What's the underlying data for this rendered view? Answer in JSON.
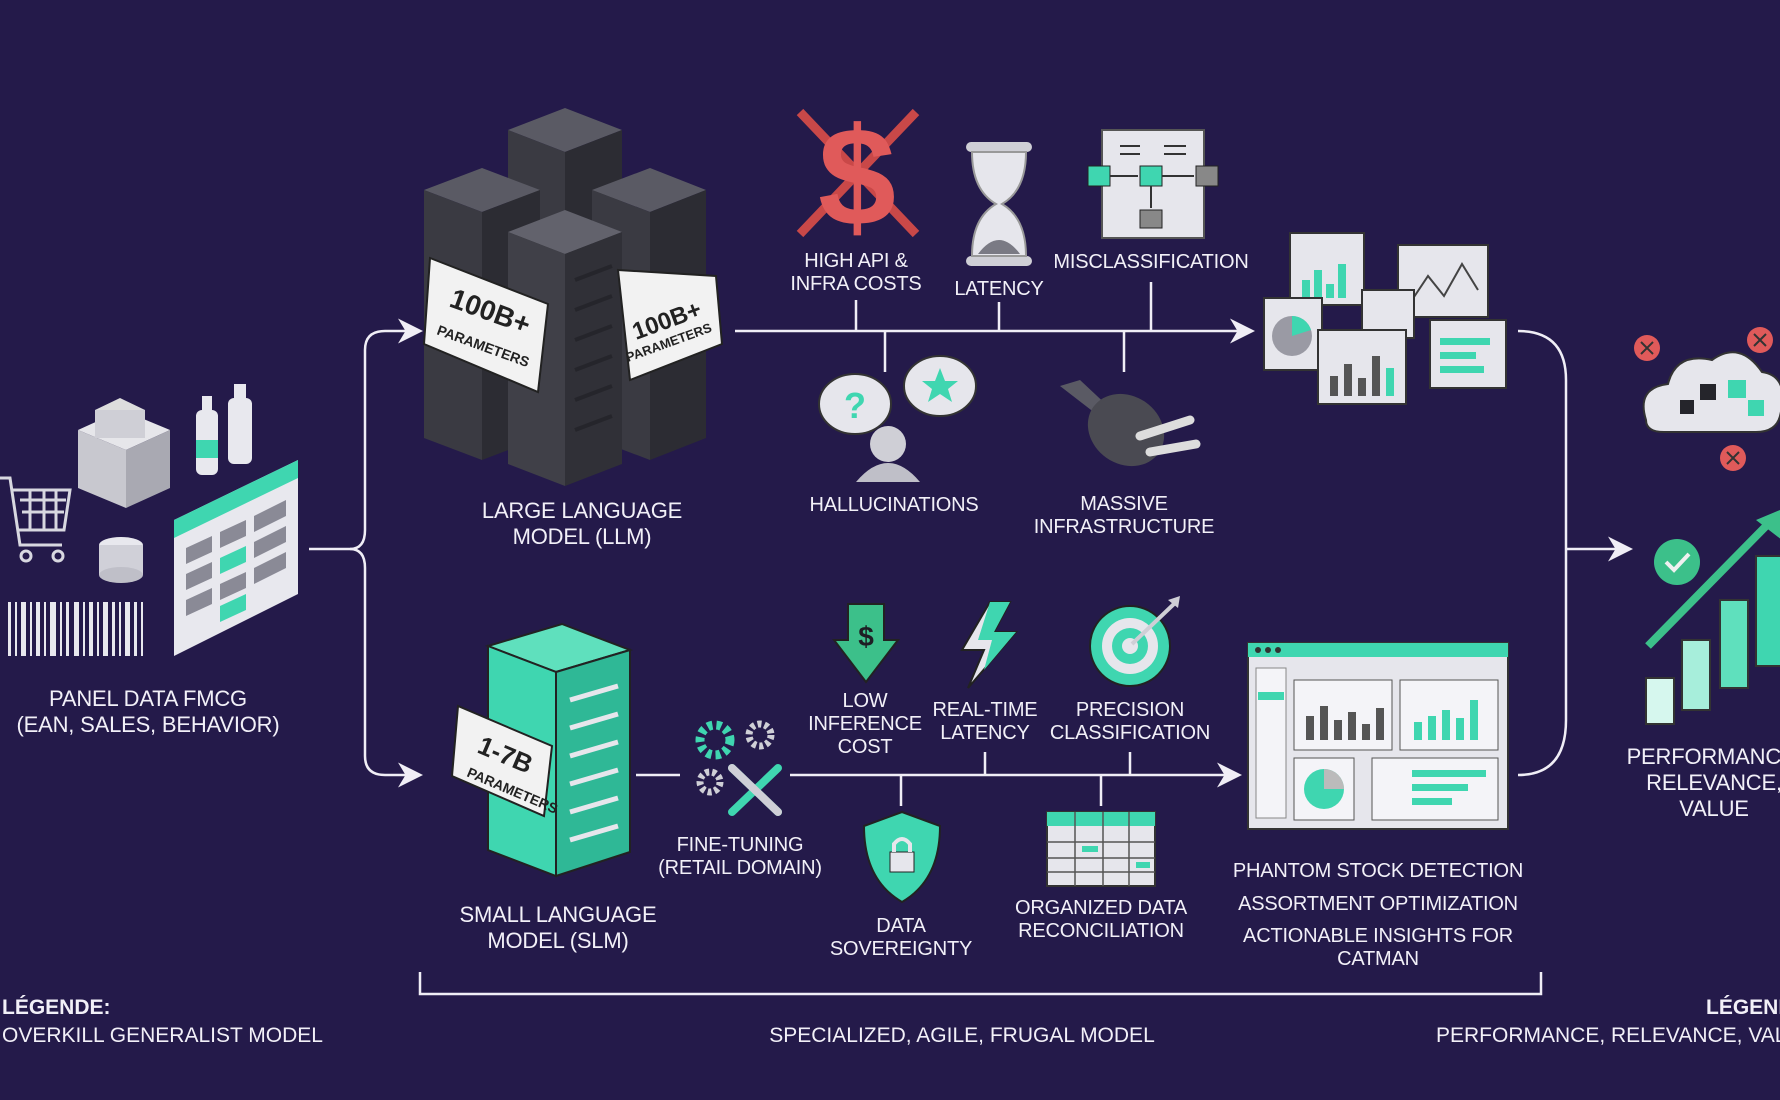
{
  "input": {
    "label_line1": "PANEL DATA FMCG",
    "label_line2": "(EAN, SALES, BEHAVIOR)"
  },
  "llm": {
    "label_line1": "LARGE LANGUAGE",
    "label_line2": "MODEL (LLM)",
    "tag_big": "100B+",
    "tag_small": "PARAMETERS",
    "issues": [
      {
        "l1": "HIGH API &",
        "l2": "INFRA COSTS"
      },
      {
        "l1": "LATENCY",
        "l2": ""
      },
      {
        "l1": "MISCLASSIFICATION",
        "l2": ""
      },
      {
        "l1": "HALLUCINATIONS",
        "l2": ""
      },
      {
        "l1": "MASSIVE",
        "l2": "INFRASTRUCTURE"
      }
    ]
  },
  "slm": {
    "label_line1": "SMALL LANGUAGE",
    "label_line2": "MODEL (SLM)",
    "tag_big": "1-7B",
    "tag_small": "PARAMETERS",
    "benefits": [
      {
        "l1": "LOW",
        "l2": "INFERENCE",
        "l3": "COST"
      },
      {
        "l1": "REAL-TIME",
        "l2": "LATENCY"
      },
      {
        "l1": "PRECISION",
        "l2": "CLASSIFICATION"
      },
      {
        "l1": "FINE-TUNING",
        "l2": "(RETAIL DOMAIN)"
      },
      {
        "l1": "DATA",
        "l2": "SOVEREIGNTY"
      },
      {
        "l1": "ORGANIZED DATA",
        "l2": "RECONCILIATION"
      }
    ],
    "outcomes": [
      "PHANTOM STOCK DETECTION",
      "ASSORTMENT OPTIMIZATION",
      "ACTIONABLE INSIGHTS FOR",
      "CATMAN"
    ]
  },
  "result": {
    "l1": "PERFORMANCE,",
    "l2": "RELEVANCE,",
    "l3": "VALUE"
  },
  "legend": {
    "left_title": "LÉGENDE:",
    "left_text": "OVERKILL GENERALIST MODEL",
    "center_text": "SPECIALIZED, AGILE, FRUGAL MODEL",
    "right_title": "LÉGENDE:",
    "right_text": "PERFORMANCE, RELEVANCE, VALUE"
  },
  "colors": {
    "background": "#241a4a",
    "teal": "#3fd6b0",
    "red": "#e05a5a",
    "server_dark": "#3a3a42",
    "line": "#f0eef6"
  }
}
